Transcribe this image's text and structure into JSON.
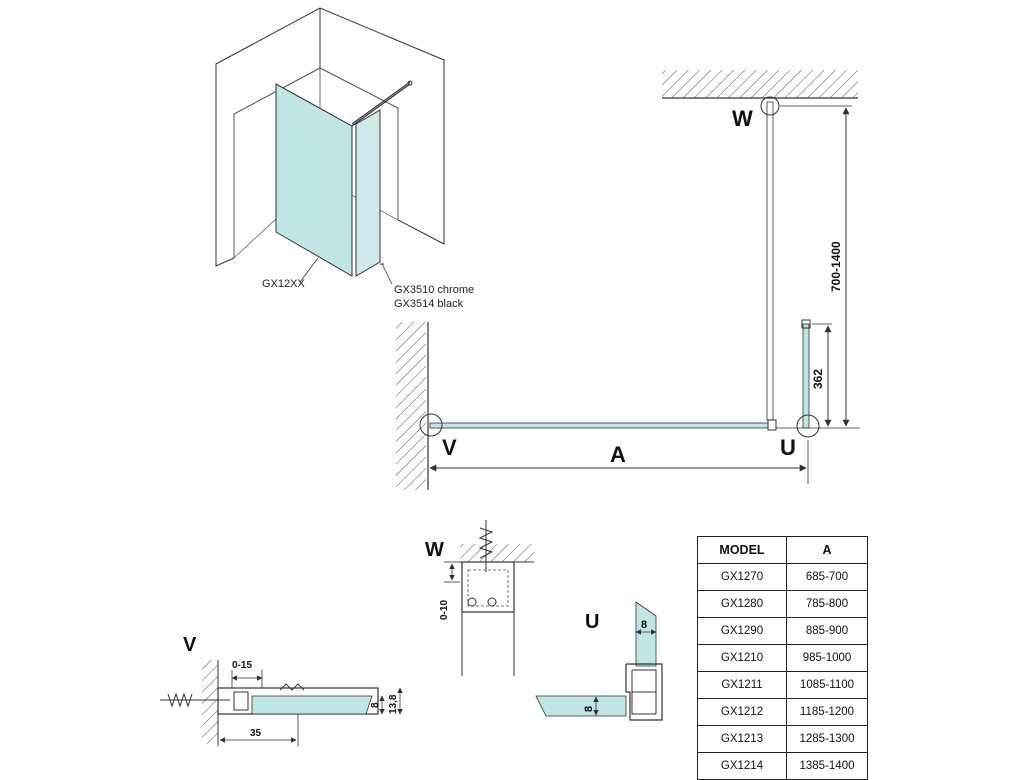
{
  "labels": {
    "glass_part": "GX12XX",
    "profile_chrome": "GX3510 chrome",
    "profile_black": "GX3514 black",
    "point_w": "W",
    "point_v": "V",
    "point_u": "U",
    "dim_a": "A",
    "dim_height_range": "700-1400",
    "dim_height_offset": "362",
    "detail_w_title": "W",
    "detail_w_gap": "0-10",
    "detail_v_title": "V",
    "detail_v_range": "0-15",
    "detail_v_length": "35",
    "detail_v_glass": "8",
    "detail_v_height": "13,8",
    "detail_u_title": "U",
    "detail_u_glass_v": "8",
    "detail_u_glass_h": "8"
  },
  "table": {
    "headers": [
      "MODEL",
      "A"
    ],
    "rows": [
      [
        "GX1270",
        "685-700"
      ],
      [
        "GX1280",
        "785-800"
      ],
      [
        "GX1290",
        "885-900"
      ],
      [
        "GX1210",
        "985-1000"
      ],
      [
        "GX1211",
        "1085-1100"
      ],
      [
        "GX1212",
        "1185-1200"
      ],
      [
        "GX1213",
        "1285-1300"
      ],
      [
        "GX1214",
        "1385-1400"
      ]
    ]
  },
  "colors": {
    "glass": "#bfe6e4",
    "line": "#333333"
  }
}
